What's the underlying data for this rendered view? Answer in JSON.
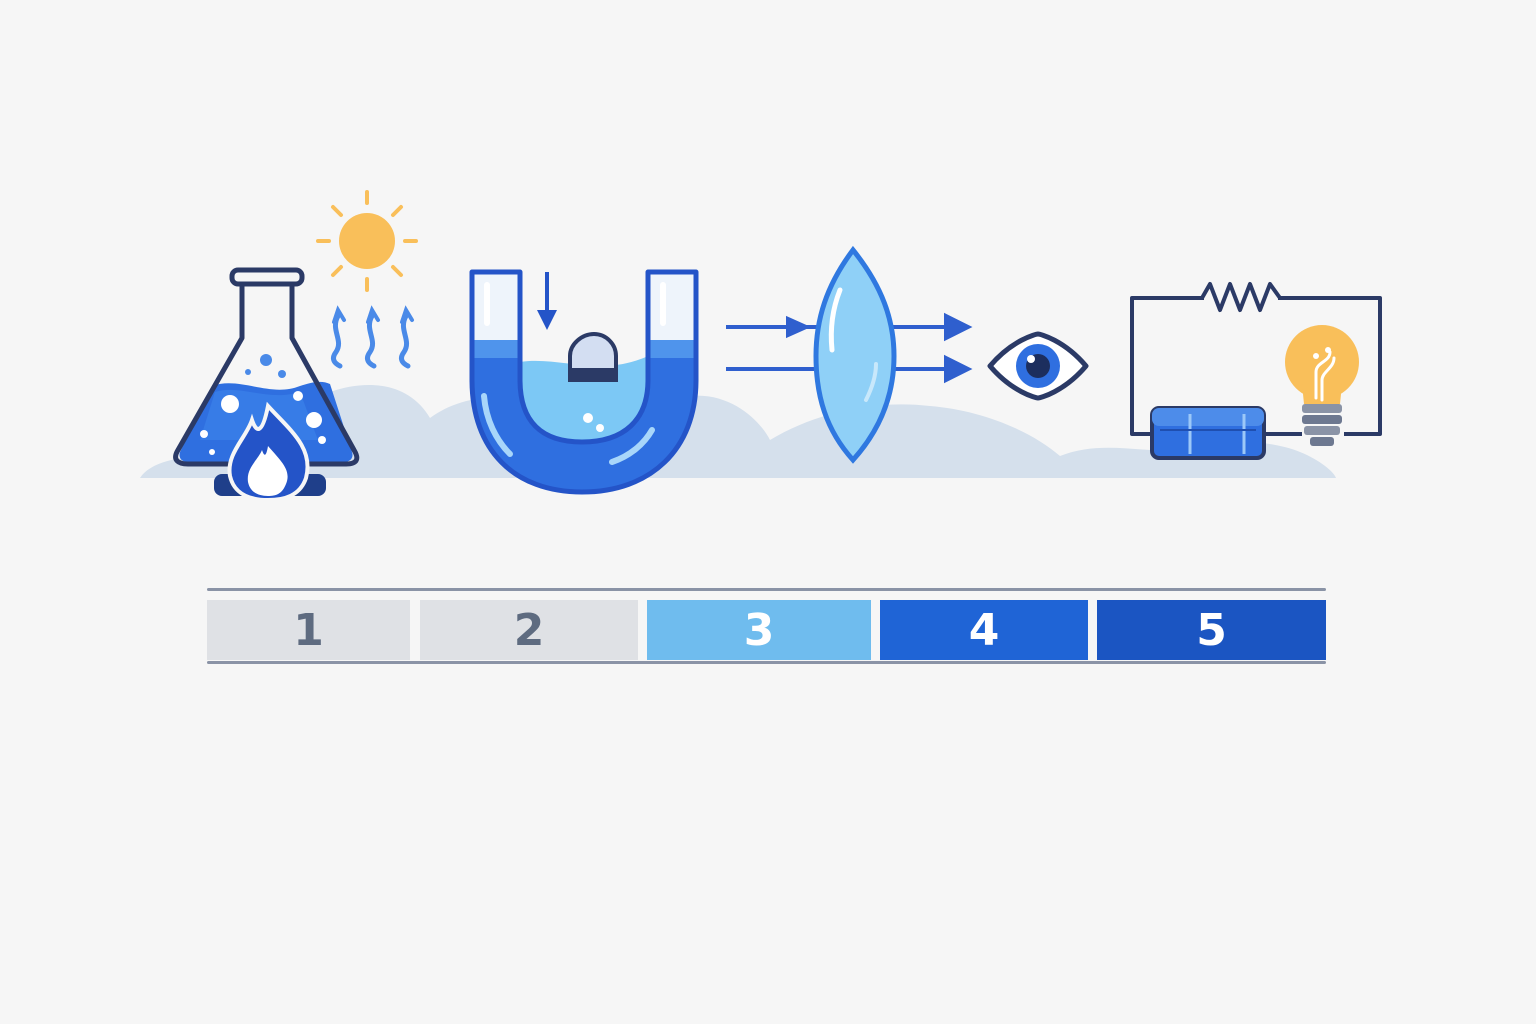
{
  "scale": {
    "segments": [
      {
        "label": "1",
        "color": "#dfe1e5",
        "text_color": "#5e6b80"
      },
      {
        "label": "2",
        "color": "#dfe1e5",
        "text_color": "#5e6b80"
      },
      {
        "label": "3",
        "color": "#6fbcee",
        "text_color": "#ffffff"
      },
      {
        "label": "4",
        "color": "#1f64d6",
        "text_color": "#ffffff"
      },
      {
        "label": "5",
        "color": "#1b55c2",
        "text_color": "#ffffff"
      }
    ]
  },
  "palette": {
    "primary_blue": "#2f6fe0",
    "light_blue": "#7cc8f5",
    "outline": "#2b3a66",
    "sun": "#f9bf5a",
    "cloud": "#d6e0ec"
  },
  "icons": [
    "flask-icon",
    "flame-icon",
    "sun-icon",
    "heat-wave-icon",
    "u-tube-icon",
    "down-arrow-icon",
    "lens-icon",
    "light-ray-icon",
    "eye-icon",
    "circuit-icon",
    "resistor-icon",
    "battery-icon",
    "light-bulb-icon"
  ]
}
